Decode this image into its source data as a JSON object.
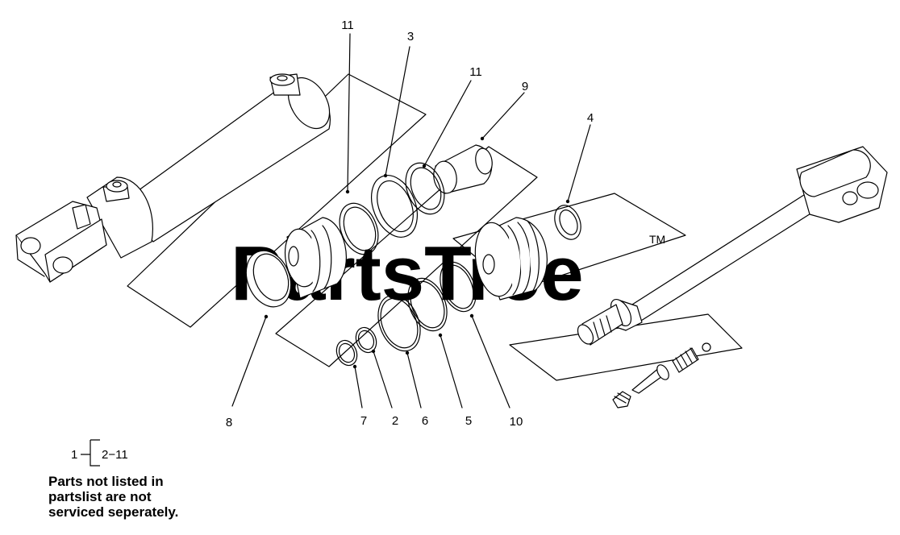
{
  "watermark": {
    "text": "PartsTree",
    "trademark": "TM"
  },
  "callouts": [
    "11",
    "3",
    "11",
    "9",
    "4",
    "8",
    "7",
    "2",
    "6",
    "5",
    "10"
  ],
  "legend": {
    "assembly": "1",
    "range": "2−11"
  },
  "note": {
    "line1": "Parts not listed in",
    "line2": "partslist are not",
    "line3": "serviced seperately."
  }
}
